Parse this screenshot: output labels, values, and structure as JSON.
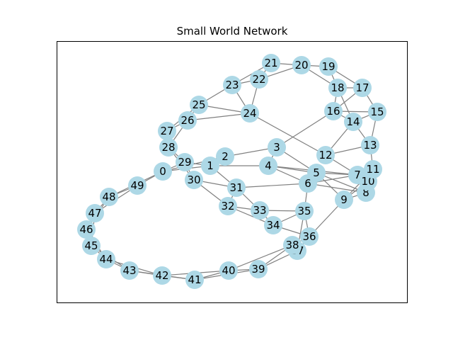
{
  "title": "Small World Network",
  "colors": {
    "node": "#add8e6",
    "edge": "#808080",
    "frame": "#000000",
    "background": "#ffffff"
  },
  "graph": {
    "nodes": [
      "0",
      "1",
      "2",
      "3",
      "4",
      "5",
      "6",
      "7",
      "8",
      "9",
      "10",
      "11",
      "12",
      "13",
      "14",
      "15",
      "16",
      "17",
      "18",
      "19",
      "20",
      "21",
      "22",
      "23",
      "24",
      "25",
      "26",
      "27",
      "28",
      "29",
      "30",
      "31",
      "32",
      "33",
      "34",
      "35",
      "36",
      "37",
      "38",
      "39",
      "40",
      "41",
      "42",
      "43",
      "44",
      "45",
      "46",
      "47",
      "48",
      "49"
    ],
    "edges": [
      [
        "0",
        "1"
      ],
      [
        "0",
        "49"
      ],
      [
        "0",
        "48"
      ],
      [
        "0",
        "29"
      ],
      [
        "0",
        "2"
      ],
      [
        "1",
        "2"
      ],
      [
        "1",
        "29"
      ],
      [
        "1",
        "31"
      ],
      [
        "1",
        "4"
      ],
      [
        "2",
        "3"
      ],
      [
        "3",
        "4"
      ],
      [
        "3",
        "5"
      ],
      [
        "3",
        "16"
      ],
      [
        "4",
        "5"
      ],
      [
        "4",
        "7"
      ],
      [
        "4",
        "6"
      ],
      [
        "5",
        "6"
      ],
      [
        "5",
        "7"
      ],
      [
        "5",
        "9"
      ],
      [
        "5",
        "8"
      ],
      [
        "6",
        "7"
      ],
      [
        "6",
        "8"
      ],
      [
        "6",
        "35"
      ],
      [
        "6",
        "31"
      ],
      [
        "7",
        "8"
      ],
      [
        "7",
        "10"
      ],
      [
        "7",
        "12"
      ],
      [
        "7",
        "11"
      ],
      [
        "8",
        "9"
      ],
      [
        "9",
        "10"
      ],
      [
        "9",
        "11"
      ],
      [
        "9",
        "36"
      ],
      [
        "10",
        "11"
      ],
      [
        "11",
        "13"
      ],
      [
        "12",
        "13"
      ],
      [
        "12",
        "14"
      ],
      [
        "12",
        "24"
      ],
      [
        "13",
        "14"
      ],
      [
        "13",
        "15"
      ],
      [
        "14",
        "16"
      ],
      [
        "14",
        "15"
      ],
      [
        "14",
        "18"
      ],
      [
        "15",
        "16"
      ],
      [
        "15",
        "17"
      ],
      [
        "16",
        "17"
      ],
      [
        "16",
        "18"
      ],
      [
        "17",
        "18"
      ],
      [
        "17",
        "19"
      ],
      [
        "18",
        "19"
      ],
      [
        "18",
        "20"
      ],
      [
        "19",
        "20"
      ],
      [
        "20",
        "21"
      ],
      [
        "20",
        "22"
      ],
      [
        "21",
        "22"
      ],
      [
        "21",
        "23"
      ],
      [
        "22",
        "23"
      ],
      [
        "22",
        "24"
      ],
      [
        "23",
        "24"
      ],
      [
        "23",
        "25"
      ],
      [
        "24",
        "25"
      ],
      [
        "24",
        "26"
      ],
      [
        "25",
        "26"
      ],
      [
        "25",
        "27"
      ],
      [
        "26",
        "27"
      ],
      [
        "26",
        "28"
      ],
      [
        "27",
        "28"
      ],
      [
        "28",
        "29"
      ],
      [
        "28",
        "30"
      ],
      [
        "29",
        "30"
      ],
      [
        "30",
        "31"
      ],
      [
        "30",
        "32"
      ],
      [
        "31",
        "32"
      ],
      [
        "31",
        "33"
      ],
      [
        "32",
        "33"
      ],
      [
        "32",
        "34"
      ],
      [
        "33",
        "34"
      ],
      [
        "33",
        "35"
      ],
      [
        "34",
        "35"
      ],
      [
        "34",
        "36"
      ],
      [
        "35",
        "36"
      ],
      [
        "35",
        "37"
      ],
      [
        "36",
        "37"
      ],
      [
        "36",
        "38"
      ],
      [
        "37",
        "38"
      ],
      [
        "37",
        "39"
      ],
      [
        "38",
        "39"
      ],
      [
        "38",
        "40"
      ],
      [
        "39",
        "40"
      ],
      [
        "39",
        "41"
      ],
      [
        "40",
        "41"
      ],
      [
        "40",
        "42"
      ],
      [
        "41",
        "42"
      ],
      [
        "41",
        "43"
      ],
      [
        "42",
        "43"
      ],
      [
        "42",
        "44"
      ],
      [
        "43",
        "44"
      ],
      [
        "43",
        "45"
      ],
      [
        "44",
        "45"
      ],
      [
        "44",
        "46"
      ],
      [
        "45",
        "46"
      ],
      [
        "45",
        "47"
      ],
      [
        "46",
        "47"
      ],
      [
        "46",
        "48"
      ],
      [
        "47",
        "48"
      ],
      [
        "47",
        "49"
      ],
      [
        "48",
        "49"
      ]
    ]
  }
}
